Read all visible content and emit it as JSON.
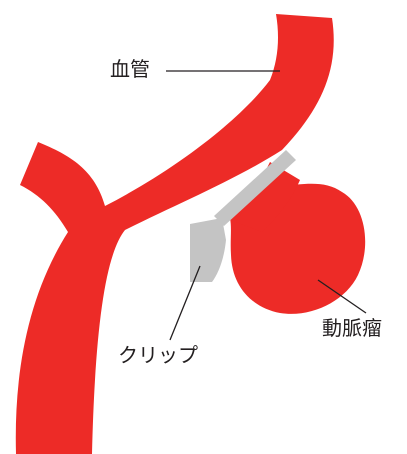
{
  "labels": {
    "vessel": "血管",
    "aneurysm": "動脈瘤",
    "clip": "クリップ"
  },
  "colors": {
    "vessel": "#ed2b27",
    "clip": "#c4c4c4",
    "leader_line": "#231f20",
    "background": "#ffffff"
  }
}
